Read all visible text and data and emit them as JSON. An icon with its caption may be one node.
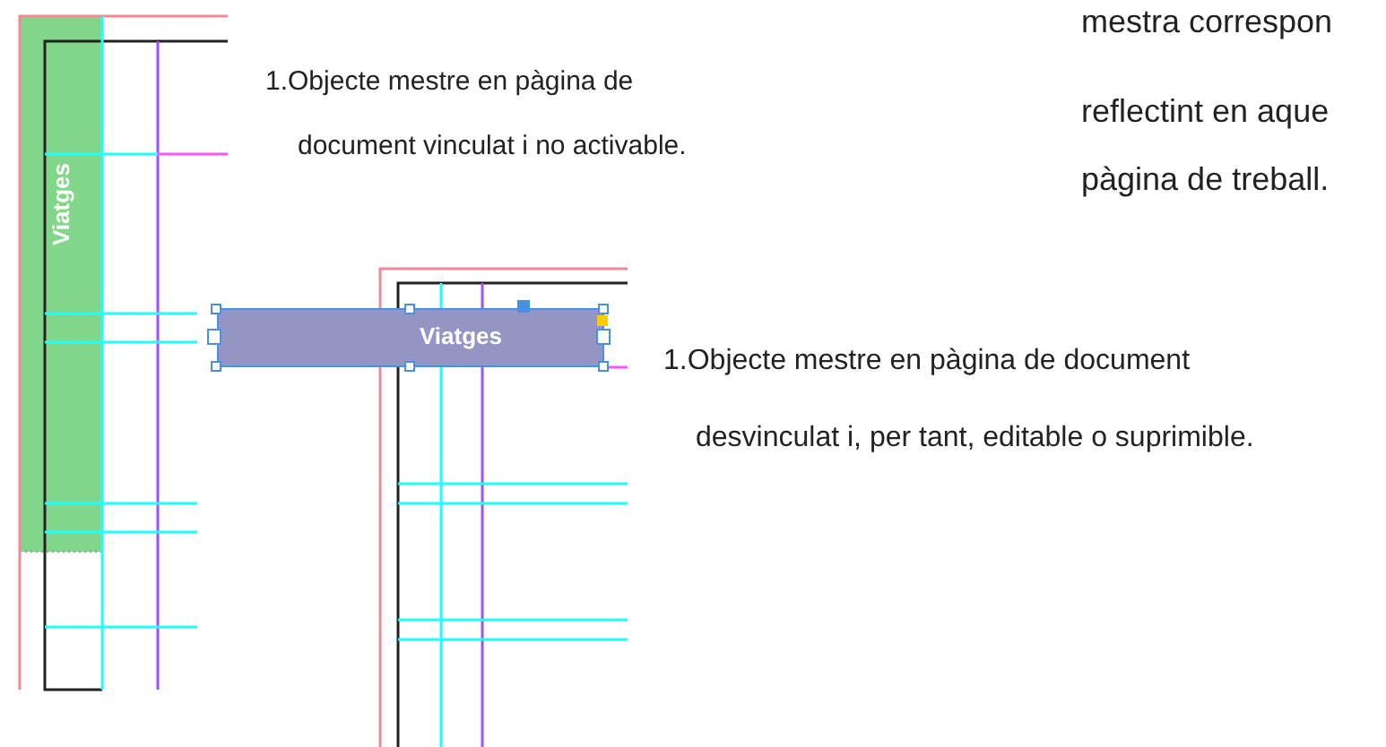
{
  "diagram": {
    "nodes": [
      {
        "text": [
          "Viatges"
        ]
      },
      {
        "text": [
          "Viatges"
        ]
      }
    ],
    "labels": [
      "1.Objecte mestre en pàgina de document vinculat i no activable.",
      "mestra correspon",
      "reflectint en aque",
      "pàgina de treball.",
      "1.Objecte mestre en pàgina de document desvinculat i, per tant, editable o suprimible."
    ]
  }
}
